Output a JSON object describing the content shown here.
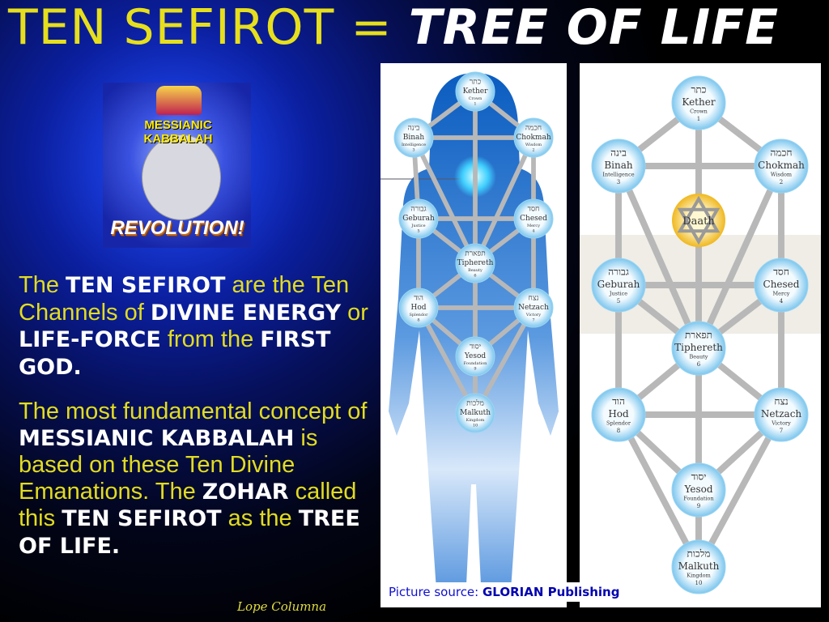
{
  "title": {
    "part1": "TEN SEFIROT",
    "equals": "=",
    "part2": "TREE OF LIFE"
  },
  "logo": {
    "arc_text": "MESSIANIC KABBALAH",
    "bottom_text": "REVOLUTION!"
  },
  "paragraph1": {
    "t1": "The ",
    "b1": "TEN SEFIROT",
    "t2": " are the Ten Channels of ",
    "b2": "DIVINE ENERGY",
    "t3": " or ",
    "b3": "LIFE-FORCE",
    "t4": " from the ",
    "b4": "FIRST GOD."
  },
  "paragraph2": {
    "t1": "The most fundamental concept of ",
    "b1": "MESSIANIC KABBALAH",
    "t2": " is based on these Ten Divine Emanations. The ",
    "b2": "ZOHAR",
    "t3": " called this ",
    "b3": "TEN SEFIROT",
    "t4": " as the ",
    "b4": "TREE OF LIFE."
  },
  "signature": "Lope Columna",
  "caption": {
    "prefix": "Picture source: ",
    "source": "GLORIAN Publishing"
  },
  "sefirot": [
    {
      "hebrew": "כתר",
      "name": "Kether",
      "meaning": "Crown",
      "number": "1"
    },
    {
      "hebrew": "חכמה",
      "name": "Chokmah",
      "meaning": "Wisdom",
      "number": "2"
    },
    {
      "hebrew": "בינה",
      "name": "Binah",
      "meaning": "Intelligence",
      "number": "3"
    },
    {
      "hebrew": "חסד",
      "name": "Chesed",
      "meaning": "Mercy",
      "number": "4"
    },
    {
      "hebrew": "גבורה",
      "name": "Geburah",
      "meaning": "Justice",
      "number": "5"
    },
    {
      "hebrew": "תפארת",
      "name": "Tiphereth",
      "meaning": "Beauty",
      "number": "6"
    },
    {
      "hebrew": "נצח",
      "name": "Netzach",
      "meaning": "Victory",
      "number": "7"
    },
    {
      "hebrew": "הוד",
      "name": "Hod",
      "meaning": "Splendor",
      "number": "8"
    },
    {
      "hebrew": "יסוד",
      "name": "Yesod",
      "meaning": "Foundation",
      "number": "9"
    },
    {
      "hebrew": "מלכות",
      "name": "Malkuth",
      "meaning": "Kingdom",
      "number": "10"
    }
  ],
  "daath": {
    "name": "Daath"
  },
  "colors": {
    "yellow": "#e2dc20",
    "node_blue": "#8fd0f0",
    "path_gray": "#b8b8b8",
    "daath_gold": "#f2c22a"
  }
}
